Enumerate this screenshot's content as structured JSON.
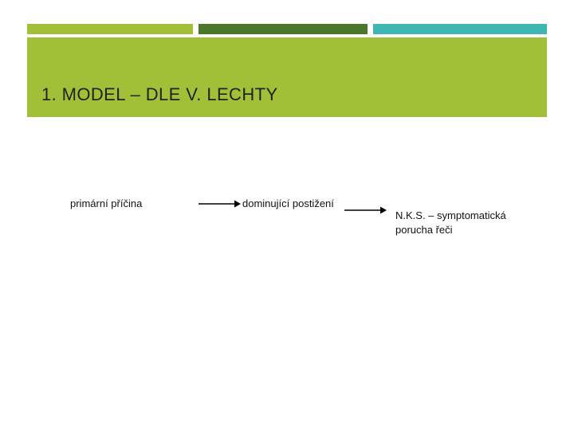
{
  "slide": {
    "title": "1. MODEL – DLE V. LECHTY",
    "decor": {
      "bar_left_color": "#a2c037",
      "bar_mid_color": "#4a7729",
      "bar_right_color": "#3fb6b0",
      "title_band_color": "#a2c037"
    },
    "diagram": {
      "type": "flow",
      "nodes": [
        {
          "id": "n1",
          "label": "primární příčina"
        },
        {
          "id": "n2",
          "label": "dominující postižení"
        },
        {
          "id": "n3",
          "label": "N.K.S. – symptomatická porucha řeči"
        }
      ],
      "connectors": [
        {
          "from": "n1",
          "to": "n2",
          "shape": "arrow-right"
        },
        {
          "from": "n2",
          "to": "n3",
          "shape": "arrow-right"
        }
      ]
    }
  }
}
